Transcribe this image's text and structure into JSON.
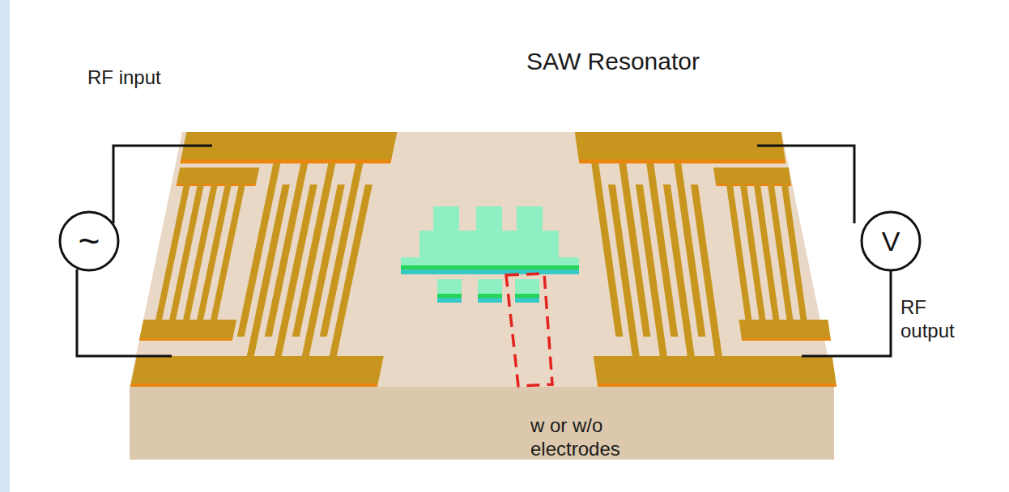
{
  "diagram": {
    "title": "SAW Resonator",
    "nodes": [
      {
        "text": [
          "~"
        ]
      },
      {
        "text": [
          "V"
        ]
      }
    ],
    "labels": [
      "RF input",
      "RF output",
      "w or w/o electrodes"
    ]
  }
}
